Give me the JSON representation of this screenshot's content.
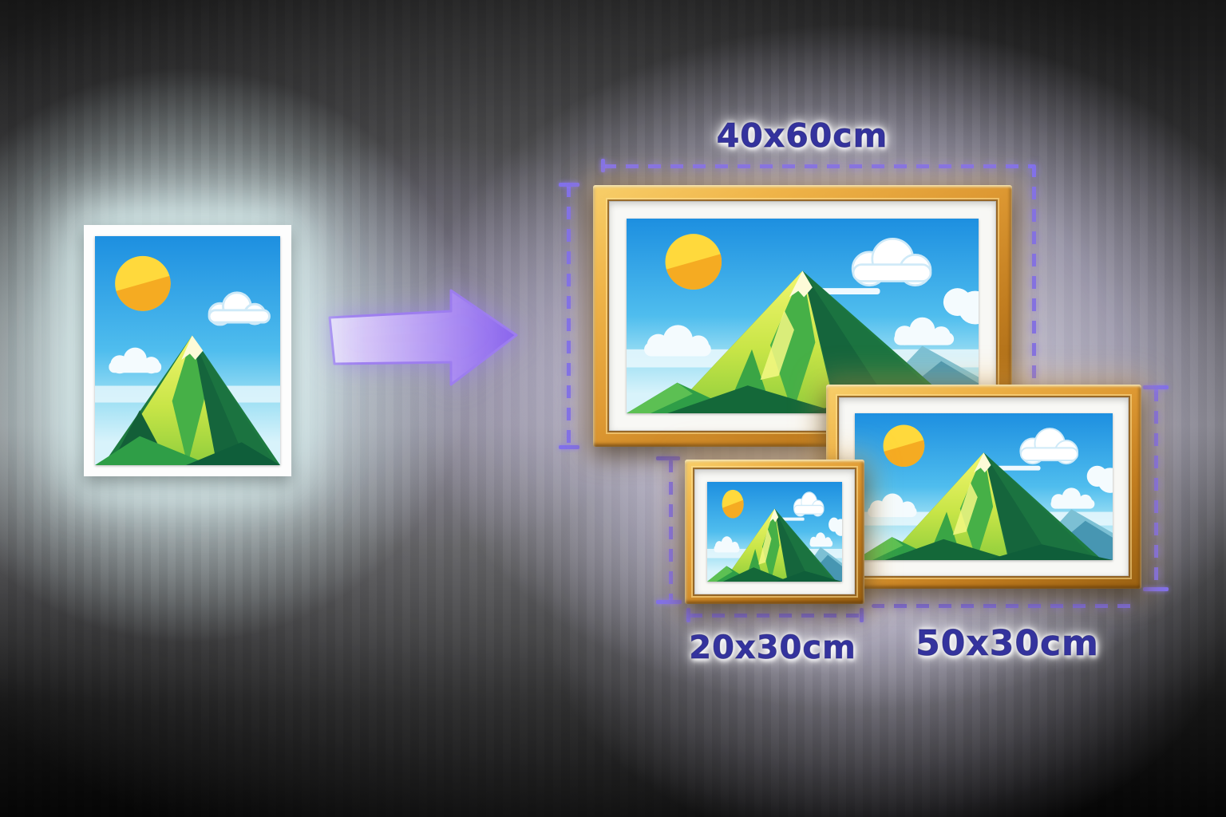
{
  "sizes": {
    "large": {
      "label": "40x60cm"
    },
    "small": {
      "label": "20x30cm"
    },
    "medium": {
      "label": "50x30cm"
    }
  },
  "icons": {
    "arrow": "arrow-right-icon",
    "artwork": "mountain-sun-landscape-photo"
  },
  "colors": {
    "label_text": "#34339e",
    "dashed_line": "#8070ec",
    "frame_gold_light": "#f8cf6a",
    "frame_gold_dark": "#9a6112",
    "mat_white": "#f8f8f5",
    "sky_blue": "#1d8fe0",
    "sun_yellow": "#ffd93c",
    "sun_orange": "#f5ab22",
    "mountain_light_green": "#eef26b",
    "mountain_mid_green": "#46b047",
    "mountain_dark_green": "#135f38",
    "distant_teal": "#4796b2",
    "glow_white": "#eef8f8",
    "glow_lavender": "#d8d3ec",
    "background_dark": "#151515"
  }
}
